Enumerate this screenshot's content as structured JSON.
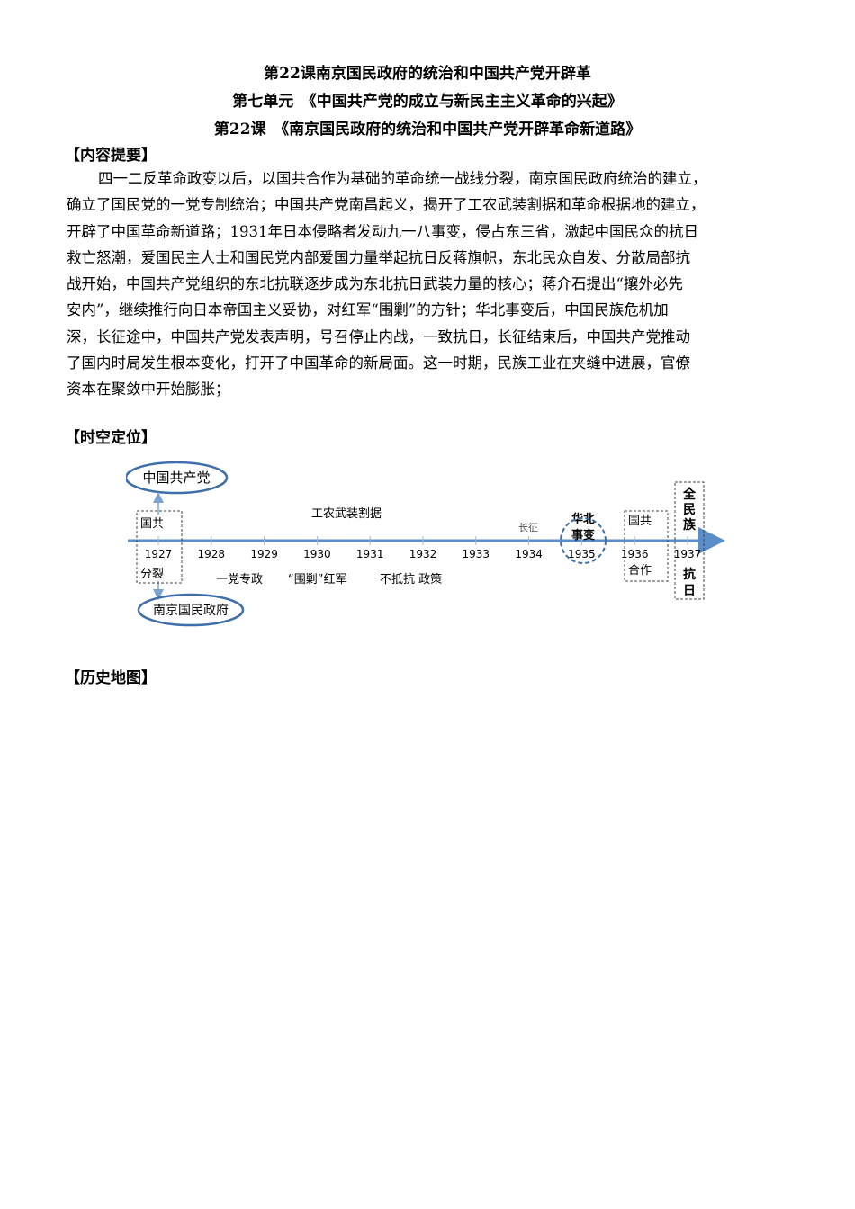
{
  "header": {
    "title_line1": "第22课南京国民政府的统治和中国共产党开辟革",
    "title_line2": "第七单元　《中国共产党的成立与新民主主义革命的兴起》",
    "title_line3": "第22课　《南京国民政府的统治和中国共产党开辟革命新道路》"
  },
  "summary": {
    "heading": "【内容提要】",
    "lines": [
      "四一二反革命政变以后，以国共合作为基础的革命统一战线分裂，南京国民政府统治的建立，",
      "确立了国民党的一党专制统治；中国共产党南昌起义，揭开了工农武装割据和革命根据地的建立，",
      "开辟了中国革命新道路；1931年日本侵略者发动九一八事变，侵占东三省，激起中国民众的抗日",
      "救亡怒潮，爱国民主人士和国民党内部爱国力量举起抗日反蒋旗帜，东北民众自发、分散局部抗",
      "战开始，中国共产党组织的东北抗联逐步成为东北抗日武装力量的核心；蒋介石提出“攘外必先",
      "安内”，继续推行向日本帝国主义妥协，对红军“围剿”的方针；华北事变后，中国民族危机加",
      "深，长征途中，中国共产党发表声明，号召停止内战，一致抗日，长征结束后，中国共产党推动",
      "了国内时局发生根本变化，打开了中国革命的新局面。这一时期，民族工业在夹缝中进展，官僚",
      "资本在聚敛中开始膨胀；"
    ]
  },
  "timeline_section": {
    "heading": "【时空定位】",
    "years": [
      "1927",
      "1928",
      "1929",
      "1930",
      "1931",
      "1932",
      "1933",
      "1934",
      "1935",
      "1936",
      "1937"
    ],
    "ccp_label": "中国共产党",
    "nanjing_label": "南京国民政府",
    "split_top": "国共",
    "split_bottom": "分裂",
    "armed_separatism": "工农武装割据",
    "long_march": "长征",
    "north_china_top": "华北",
    "north_china_bottom": "事变",
    "coop_top": "国共",
    "coop_bottom": "合作",
    "whole_nation_1": "全",
    "whole_nation_2": "民",
    "whole_nation_3": "族",
    "resist_1": "抗",
    "resist_2": "日",
    "one_party": "一党专政",
    "encirclement": "“围剿”红军",
    "non_resistance": "不抵抗 政策",
    "axis_color": "#5b8ec9",
    "oval_color": "#3f6fa8"
  },
  "map_section": {
    "heading": "【历史地图】"
  }
}
